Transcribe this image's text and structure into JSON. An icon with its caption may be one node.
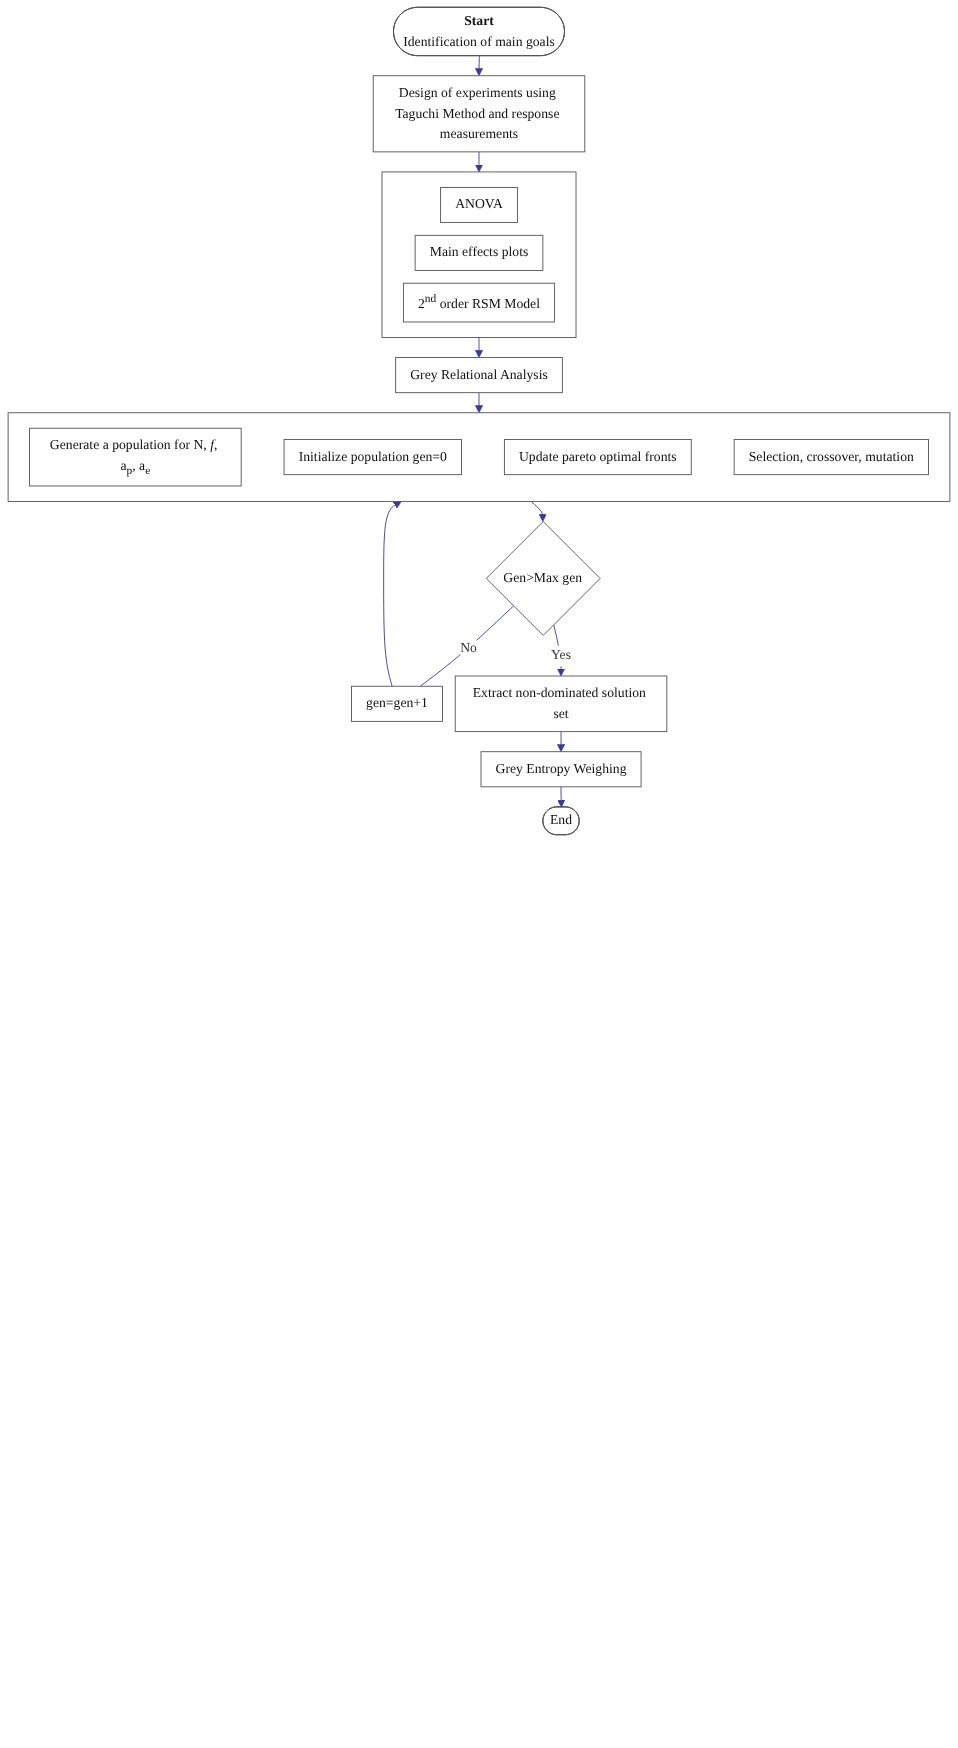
{
  "diagram": {
    "nodes": [
      {
        "text": [
          "Start",
          "Identification of main goals"
        ]
      },
      {
        "text": [
          "Design of experiments using Taguchi Method and response measurements"
        ]
      },
      {
        "text": [],
        "shape": "box"
      },
      {
        "text": [
          "ANOVA"
        ],
        "in": 2
      },
      {
        "text": [
          "Main effects plots"
        ],
        "in": 2
      },
      {
        "text": [
          "2$^{nd}$ order RSM Model"
        ],
        "in": 2
      },
      {
        "text": [
          "Grey Relational Analysis"
        ]
      },
      {
        "text": [],
        "shape": "box"
      },
      {
        "text": [
          "Generate a population for N, *f*, a$_{p}$, a$_{e}$"
        ],
        "in": 7
      },
      {
        "text": [
          "Initialize population gen=0"
        ],
        "in": 7
      },
      {
        "text": [
          "Update pareto optimal fronts"
        ],
        "in": 7
      },
      {
        "text": [
          "Selection, crossover, mutation"
        ],
        "in": 7
      },
      {
        "text": [
          "Gen>Max gen"
        ]
      },
      {
        "text": [
          "gen=gen+1"
        ]
      },
      {
        "text": [
          "Extract non-dominated solution set"
        ]
      },
      {
        "text": [
          "Grey Entropy Weighing"
        ]
      },
      {
        "text": [
          "End"
        ]
      }
    ],
    "edges": [
      {
        "from": 0,
        "to": 1,
        "arrow": "to"
      },
      {
        "from": 1,
        "to": 2,
        "arrow": "to"
      },
      {
        "from": 2,
        "to": 6,
        "arrow": "to"
      },
      {
        "from": 6,
        "to": 7,
        "arrow": "to"
      },
      {
        "from": 7,
        "to": 12,
        "arrow": "to"
      },
      {
        "from": 12,
        "to": 13,
        "arrow": "none",
        "label": "No"
      },
      {
        "from": 13,
        "to": 7,
        "arrow": "to"
      },
      {
        "from": 12,
        "to": 14,
        "arrow": "to",
        "label": "Yes"
      },
      {
        "from": 14,
        "to": 15,
        "arrow": "to"
      },
      {
        "from": 15,
        "to": 16,
        "arrow": "to"
      }
    ]
  }
}
